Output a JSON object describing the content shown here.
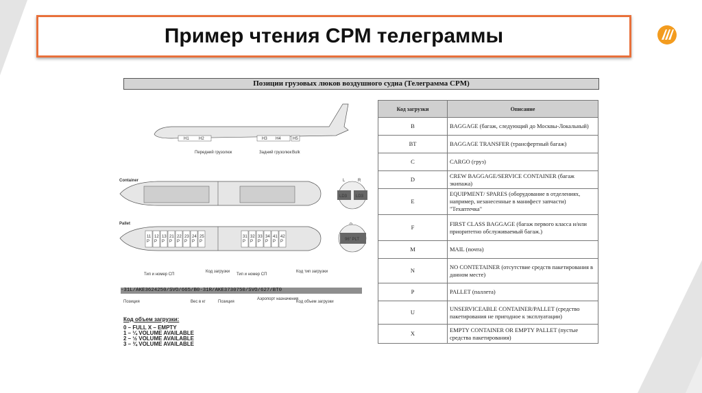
{
  "slide_title": "Пример чтения CPM телеграммы",
  "document": {
    "header": "Позиции грузовых люков воздушного судна (Телеграмма CPM)",
    "aircraft_labels": {
      "front_hold": "Передний грузолюк",
      "rear_hold": "Задний грузолюк",
      "bulk": "Bulk",
      "container": "Container",
      "pallet": "Pallet",
      "h1": "H1",
      "h2": "H2",
      "h3": "H3",
      "h4": "H4",
      "h5": "H5",
      "l": "L",
      "r": "R",
      "ld3": "LD3",
      "p": "P",
      "plt": "96\" PLT"
    },
    "pallet_positions_front": [
      "11 P",
      "12 P",
      "13 P",
      "21 P",
      "22 P",
      "23 P",
      "24 P",
      "25 P"
    ],
    "pallet_positions_rear": [
      "31 P",
      "32 P",
      "33 P",
      "34 P",
      "41 P",
      "42 P"
    ],
    "telegram": {
      "text": "-31L/AKE3624250/SVO/665/B0-31R/AKE3730750/SVO/627/BT0",
      "callouts_top": [
        "Тип и номер СП",
        "Код загрузки",
        "Тип и номер СП",
        "Код тип загрузки"
      ],
      "callouts_bottom": [
        "Позиция",
        "Вес в кг",
        "Позиция",
        "Аэропорт назначения",
        "Код объем загрузки"
      ]
    },
    "legend": {
      "title": "Код объем загрузки:",
      "items": [
        "0 – FULL X – EMPTY",
        "1 – ¼ VOLUME AVAILABLE",
        "2 – ½ VOLUME AVAILABLE",
        "3 – ¾ VOLUME AVAILABLE"
      ]
    },
    "table": {
      "headers": [
        "Код загрузки",
        "Описание"
      ],
      "rows": [
        {
          "code": "B",
          "desc": "BAGGAGE (багаж, следующий до Москвы-Локальный)"
        },
        {
          "code": "BT",
          "desc": "BAGGAGE TRANSFER (трансфертный багаж)"
        },
        {
          "code": "C",
          "desc": "CARGO (груз)"
        },
        {
          "code": "D",
          "desc": "CREW BAGGAGE/SERVICE CONTAINER (багаж экипажа)"
        },
        {
          "code": "E",
          "desc": "EQUIPMENT/ SPARES (оборудование в отделениях, например, незанесенные в манифест запчасти) \"Техаптечка\""
        },
        {
          "code": "F",
          "desc": "FIRST CLASS BAGGAGE (багаж первого класса и/или приоритетно обслуживаемый багаж.)"
        },
        {
          "code": "M",
          "desc": "MAIL (почта)"
        },
        {
          "code": "N",
          "desc": "NO CONTETAINER (отсутствие средств пакетирования в данном месте)"
        },
        {
          "code": "P",
          "desc": "PALLET (паллета)"
        },
        {
          "code": "U",
          "desc": "UNSERVICEABLE CONTAINER/PALLET (средство пакетирования не пригодное к эксплуатации)"
        },
        {
          "code": "X",
          "desc": "EMPTY CONTAINER OR EMPTY PALLET (пустые средства пакетирования)"
        }
      ]
    }
  },
  "colors": {
    "accent": "#e8703a",
    "logo": "#f39c1f",
    "deco": "#e6e6e6"
  }
}
